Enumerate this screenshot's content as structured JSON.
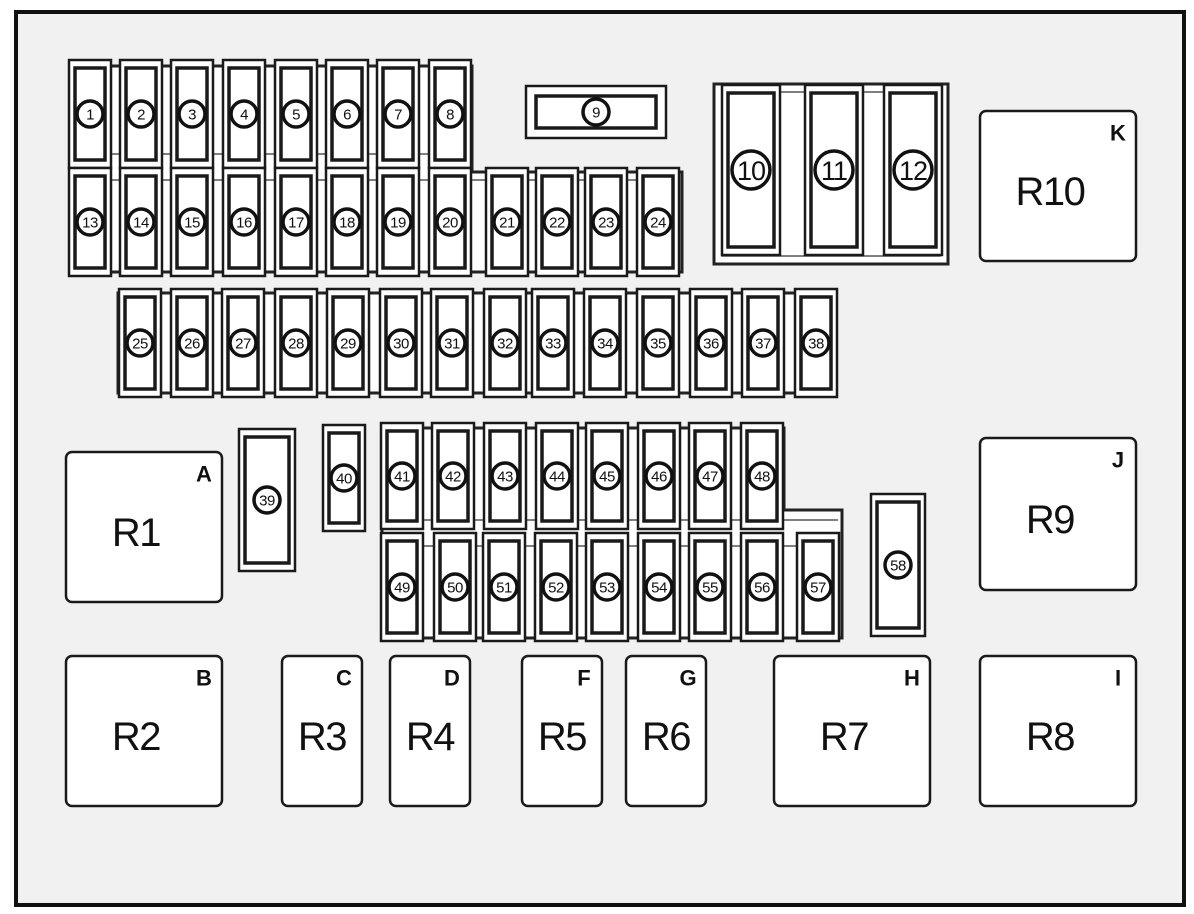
{
  "small_fuses": [
    "1",
    "2",
    "3",
    "4",
    "5",
    "6",
    "7",
    "8",
    "9",
    "13",
    "14",
    "15",
    "16",
    "17",
    "18",
    "19",
    "20",
    "21",
    "22",
    "23",
    "24",
    "25",
    "26",
    "27",
    "28",
    "29",
    "30",
    "31",
    "32",
    "33",
    "34",
    "35",
    "36",
    "37",
    "38",
    "39",
    "40",
    "41",
    "42",
    "43",
    "44",
    "45",
    "46",
    "47",
    "48",
    "49",
    "50",
    "51",
    "52",
    "53",
    "54",
    "55",
    "56",
    "57",
    "58"
  ],
  "maxi_fuses": [
    "10",
    "11",
    "12"
  ],
  "relays": [
    {
      "name": "R1",
      "letter": "A"
    },
    {
      "name": "R2",
      "letter": "B"
    },
    {
      "name": "R3",
      "letter": "C"
    },
    {
      "name": "R4",
      "letter": "D"
    },
    {
      "name": "R5",
      "letter": "F"
    },
    {
      "name": "R6",
      "letter": "G"
    },
    {
      "name": "R7",
      "letter": "H"
    },
    {
      "name": "R8",
      "letter": "I"
    },
    {
      "name": "R9",
      "letter": "J"
    },
    {
      "name": "R10",
      "letter": "K"
    }
  ]
}
